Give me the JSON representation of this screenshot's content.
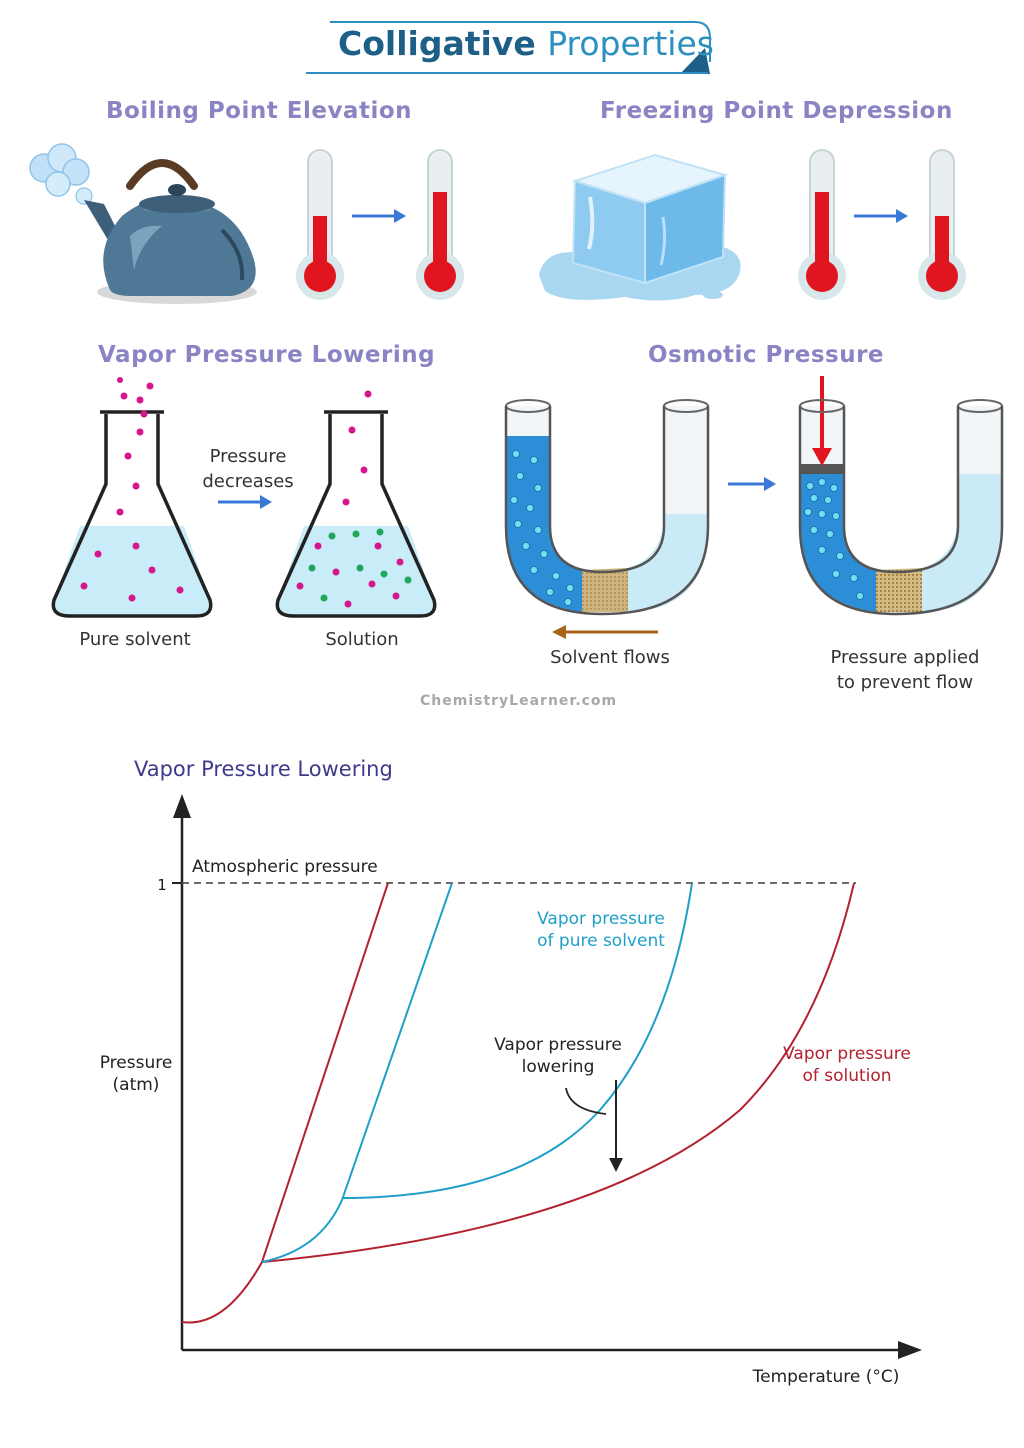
{
  "title": {
    "bold": "Colligative",
    "light": "Properties"
  },
  "sections": {
    "boiling": "Boiling Point Elevation",
    "freezing": "Freezing Point Depression",
    "vapor": "Vapor Pressure Lowering",
    "osmotic": "Osmotic Pressure"
  },
  "labels": {
    "pressure_decreases_1": "Pressure",
    "pressure_decreases_2": "decreases",
    "pure_solvent": "Pure solvent",
    "solution": "Solution",
    "solvent_flows": "Solvent flows",
    "pressure_applied_1": "Pressure applied",
    "pressure_applied_2": "to prevent flow"
  },
  "watermark": "ChemistryLearner.com",
  "graph": {
    "title": "Vapor Pressure Lowering",
    "y_label_1": "Pressure",
    "y_label_2": "(atm)",
    "x_label": "Temperature (°C)",
    "y_tick": "1",
    "atmospheric": "Atmospheric pressure",
    "pure_label_1": "Vapor pressure",
    "pure_label_2": "of pure solvent",
    "solution_label_1": "Vapor pressure",
    "solution_label_2": "of solution",
    "lowering_label_1": "Vapor pressure",
    "lowering_label_2": "lowering"
  },
  "colors": {
    "title_dark": "#1d5f86",
    "heading": "#8a84c4",
    "thermo_red": "#e0151f",
    "arrow_blue": "#3a78d8",
    "solvent_curve": "#1f9fc8",
    "solution_curve": "#b3202e",
    "flow_arrow": "#a8621e"
  }
}
